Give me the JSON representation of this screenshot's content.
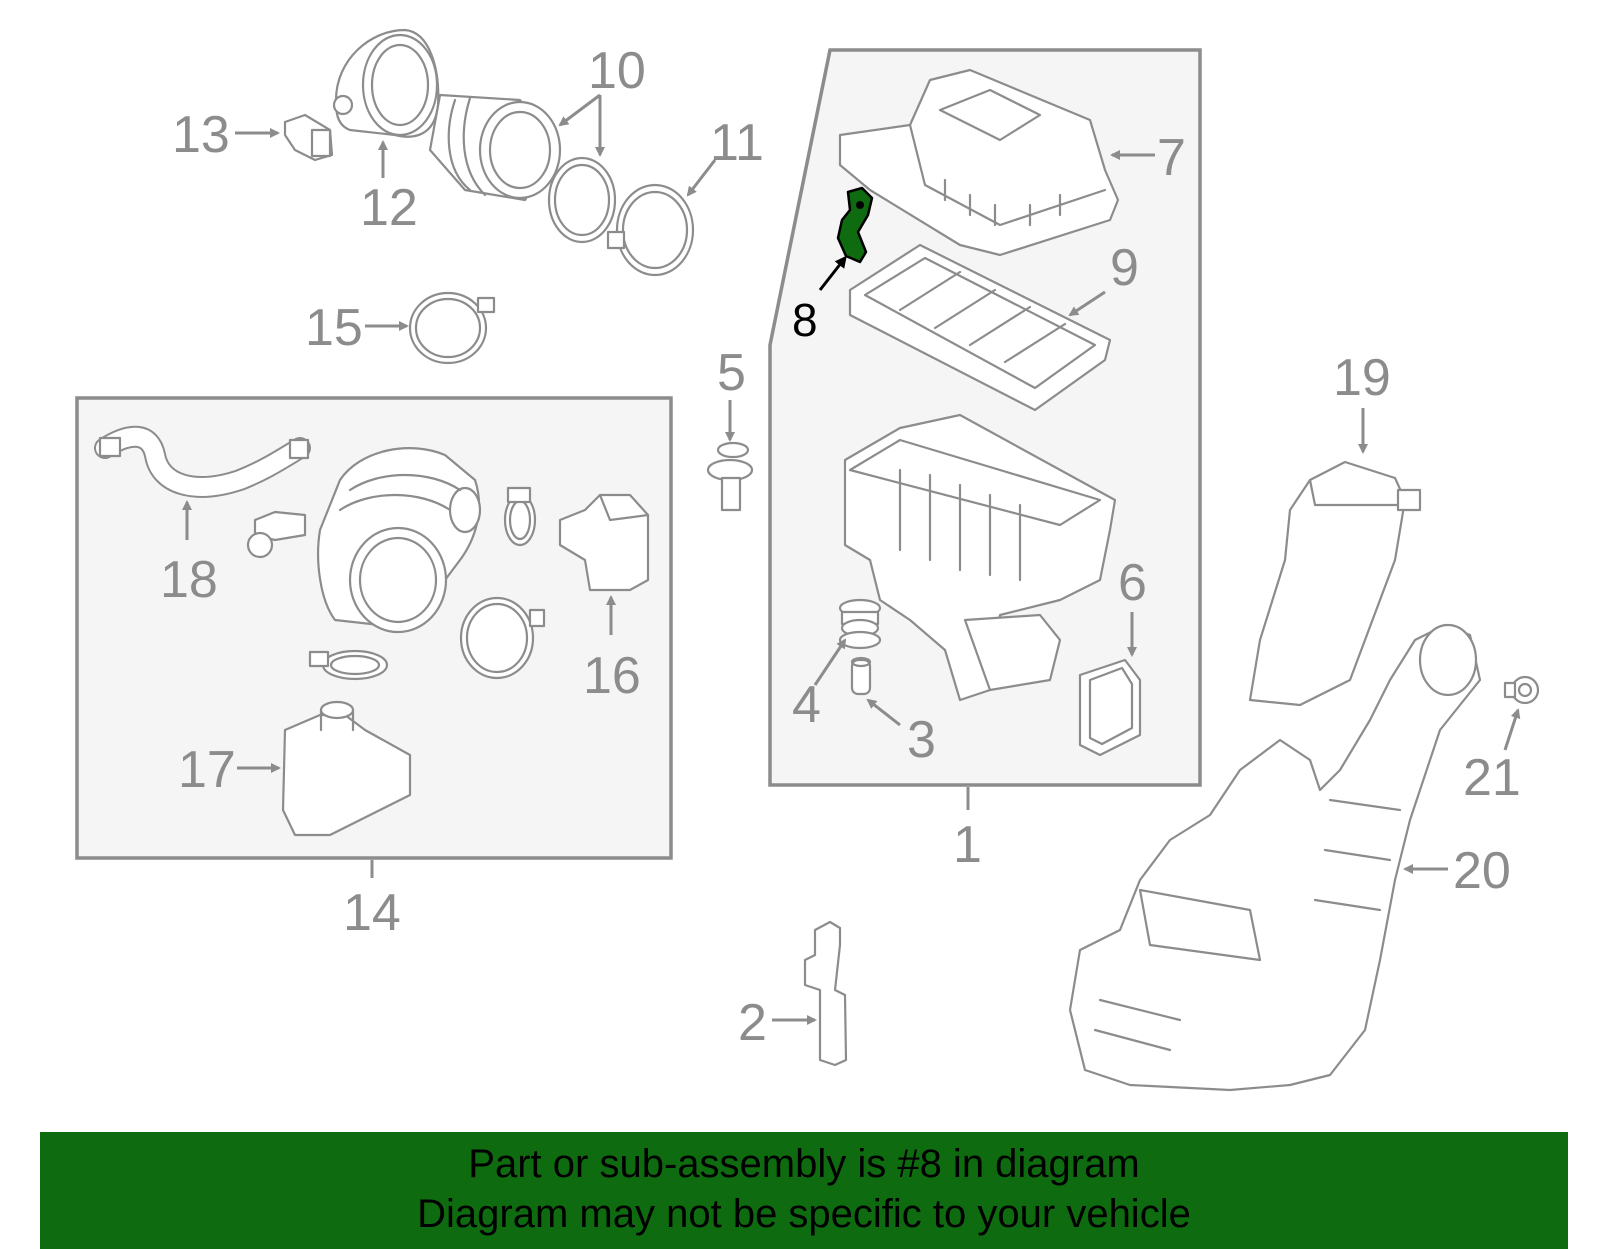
{
  "diagram": {
    "callouts": {
      "c1": "1",
      "c2": "2",
      "c3": "3",
      "c4": "4",
      "c5": "5",
      "c6": "6",
      "c7": "7",
      "c8": "8",
      "c9": "9",
      "c10": "10",
      "c11": "11",
      "c12": "12",
      "c13": "13",
      "c14": "14",
      "c15": "15",
      "c16": "16",
      "c17": "17",
      "c18": "18",
      "c19": "19",
      "c20": "20",
      "c21": "21"
    },
    "highlight_color": "#0f6b0f",
    "line_color": "#8c8c8c",
    "box_fill": "#f5f5f5"
  },
  "banner": {
    "line1": "Part or sub-assembly is #8 in diagram",
    "line2": "Diagram may not be specific to your vehicle",
    "color": "#0f6b0f"
  }
}
